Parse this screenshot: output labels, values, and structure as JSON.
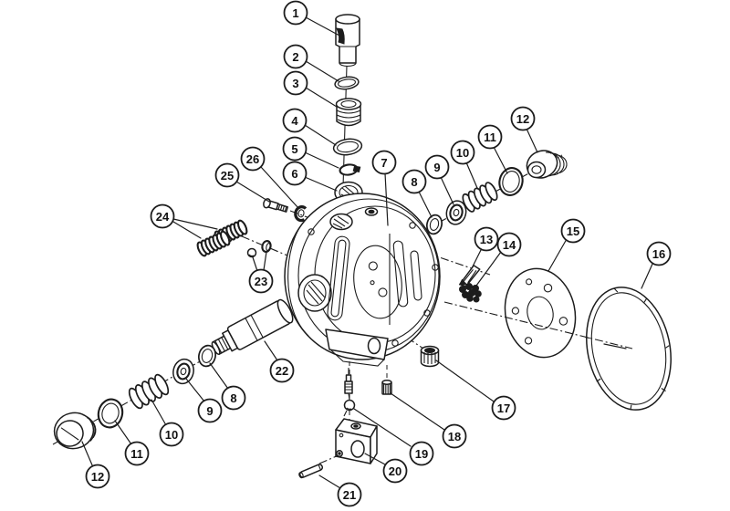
{
  "figure": {
    "type": "exploded-parts-diagram",
    "background_color": "#ffffff",
    "ink_color": "#1c1c1c"
  },
  "parts": {
    "1": "cap-plug",
    "2": "o-ring",
    "3": "threaded-bushing",
    "4": "o-ring",
    "5": "retaining-ring",
    "6": "valve-seat-cup",
    "7": "pump-housing",
    "8": "o-ring",
    "9": "seal-washer",
    "10": "spring",
    "11": "o-ring",
    "12": "threaded-plug",
    "13": "clip-wedge",
    "14": "filter-screen",
    "15": "mounting-plate",
    "16": "gasket",
    "17": "cap-nut",
    "18": "knurled-fitting",
    "19": "needle-valve-stem",
    "20": "valve-block",
    "21": "pin",
    "22": "valve-spool",
    "23": "ball-and-seat",
    "24": "spring-pair",
    "25": "screw",
    "26": "retainer-clip"
  },
  "callouts": [
    {
      "label": "1"
    },
    {
      "label": "2"
    },
    {
      "label": "3"
    },
    {
      "label": "4"
    },
    {
      "label": "5"
    },
    {
      "label": "6"
    },
    {
      "label": "7"
    },
    {
      "label": "8"
    },
    {
      "label": "9"
    },
    {
      "label": "10"
    },
    {
      "label": "11"
    },
    {
      "label": "12"
    },
    {
      "label": "13"
    },
    {
      "label": "14"
    },
    {
      "label": "15"
    },
    {
      "label": "16"
    },
    {
      "label": "17"
    },
    {
      "label": "18"
    },
    {
      "label": "19"
    },
    {
      "label": "20"
    },
    {
      "label": "21"
    },
    {
      "label": "22"
    },
    {
      "label": "23"
    },
    {
      "label": "24"
    },
    {
      "label": "25"
    },
    {
      "label": "26"
    },
    {
      "label": "8"
    },
    {
      "label": "9"
    },
    {
      "label": "10"
    },
    {
      "label": "11"
    },
    {
      "label": "12"
    }
  ]
}
